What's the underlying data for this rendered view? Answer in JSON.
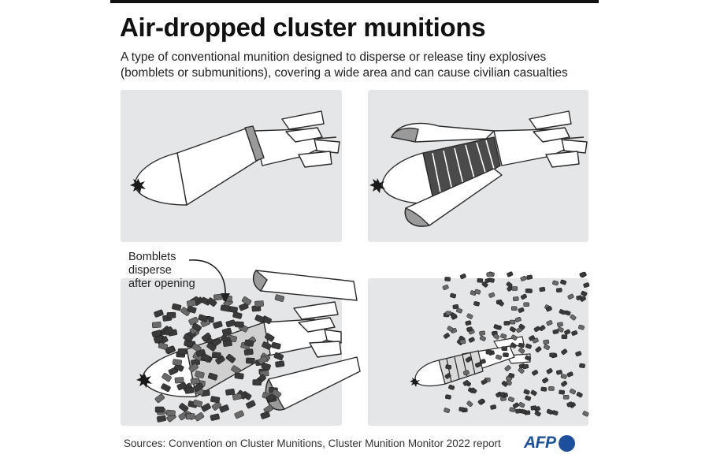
{
  "header": {
    "title": "Air-dropped cluster munitions",
    "subtitle": "A type of conventional munition designed to disperse or release tiny explosives (bomblets or submunitions), covering a wide area and can cause civilian casualties"
  },
  "annotation": {
    "lines": [
      "Bomblets",
      "disperse",
      "after opening"
    ]
  },
  "footer": {
    "sources": "Sources: Convention on Cluster Munitions, Cluster Munition Monitor 2022 report",
    "logo_text": "AFP"
  },
  "colors": {
    "panel_bg": "#e5e6e8",
    "outline": "#2a2a2a",
    "bomblet_dark": "#3a3a3a",
    "logo_blue": "#1e4f9c"
  }
}
